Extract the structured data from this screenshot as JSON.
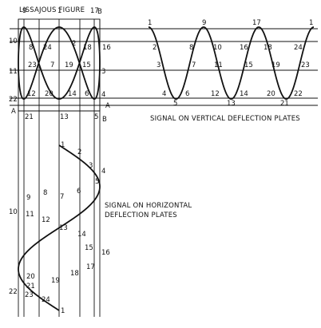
{
  "titles": {
    "lissajous": "LISSAJOUS FIGURE",
    "vertical": "SIGNAL ON VERTICAL DEFLECTION PLATES",
    "horizontal_line1": "SIGNAL ON HORIZONTAL",
    "horizontal_line2": "DEFLECTION PLATES"
  },
  "axis_letters": {
    "A": "A",
    "B": "B"
  },
  "frequency_ratio": {
    "vertical_cycles": 3,
    "horizontal_cycles": 1
  },
  "lissajous_numbers": {
    "top": [
      "9",
      "1",
      "17"
    ],
    "row_upper": [
      "8",
      "24",
      "2",
      "18"
    ],
    "row_middle": [
      "23",
      "7",
      "19",
      "15"
    ],
    "row_lower": [
      "12",
      "20",
      "14",
      "6"
    ],
    "left": [
      "10",
      "11",
      "22"
    ],
    "right": [
      "16",
      "3",
      "4"
    ],
    "bottom": [
      "21",
      "13",
      "5"
    ]
  },
  "vertical_signal_numbers": {
    "peaks": [
      "1",
      "9",
      "17",
      "1"
    ],
    "upper": [
      "2",
      "8",
      "10",
      "16",
      "18",
      "24"
    ],
    "middle": [
      "3",
      "7",
      "11",
      "15",
      "19",
      "23"
    ],
    "lower": [
      "4",
      "6",
      "12",
      "14",
      "20",
      "22"
    ],
    "troughs": [
      "5",
      "13",
      "21"
    ]
  },
  "horizontal_signal_numbers": [
    "1",
    "2",
    "3",
    "4",
    "5",
    "6",
    "7",
    "8",
    "9",
    "10",
    "11",
    "12",
    "13",
    "14",
    "15",
    "16",
    "17",
    "18",
    "19",
    "20",
    "21",
    "22",
    "23",
    "24",
    "1"
  ]
}
